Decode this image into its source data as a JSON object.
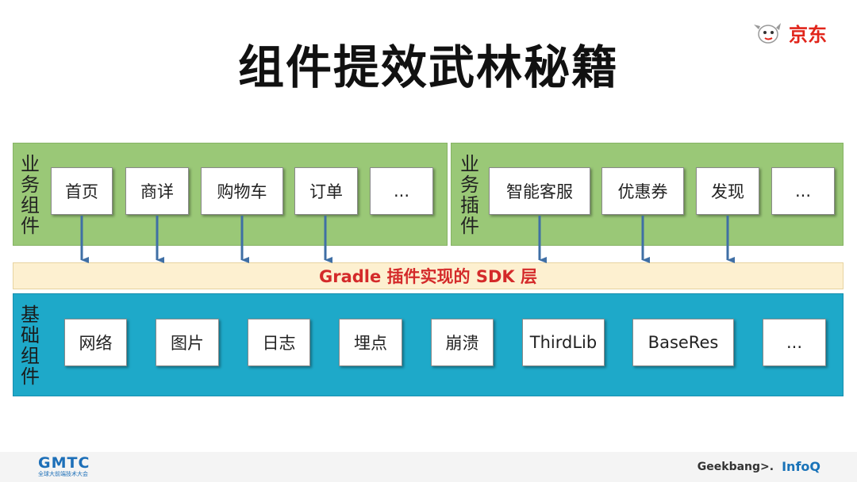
{
  "title": "组件提效武林秘籍",
  "brand_logo": {
    "icon": "jd-dog-logo-icon",
    "text": "京东",
    "color": "#e1251b"
  },
  "business_components": {
    "label": "业务组件",
    "items": [
      "首页",
      "商详",
      "购物车",
      "订单",
      "..."
    ]
  },
  "business_plugins": {
    "label": "业务插件",
    "items": [
      "智能客服",
      "优惠券",
      "发现",
      "..."
    ]
  },
  "sdk_layer": {
    "label": "Gradle 插件实现的 SDK 层",
    "text_color": "#d42a2a"
  },
  "base_components": {
    "label": "基础组件",
    "items": [
      "网络",
      "图片",
      "日志",
      "埋点",
      "崩溃",
      "ThirdLib",
      "BaseRes",
      "..."
    ]
  },
  "colors": {
    "business": "#9ac877",
    "base": "#1ea9c9",
    "sdk": "#fdf0d0",
    "arrow": "#3f6fa5"
  },
  "footer": {
    "gmtc": "GMTC",
    "gmtc_sub": "全球大前端技术大会",
    "partners": [
      "Geekbang>.",
      "InfoQ"
    ]
  }
}
